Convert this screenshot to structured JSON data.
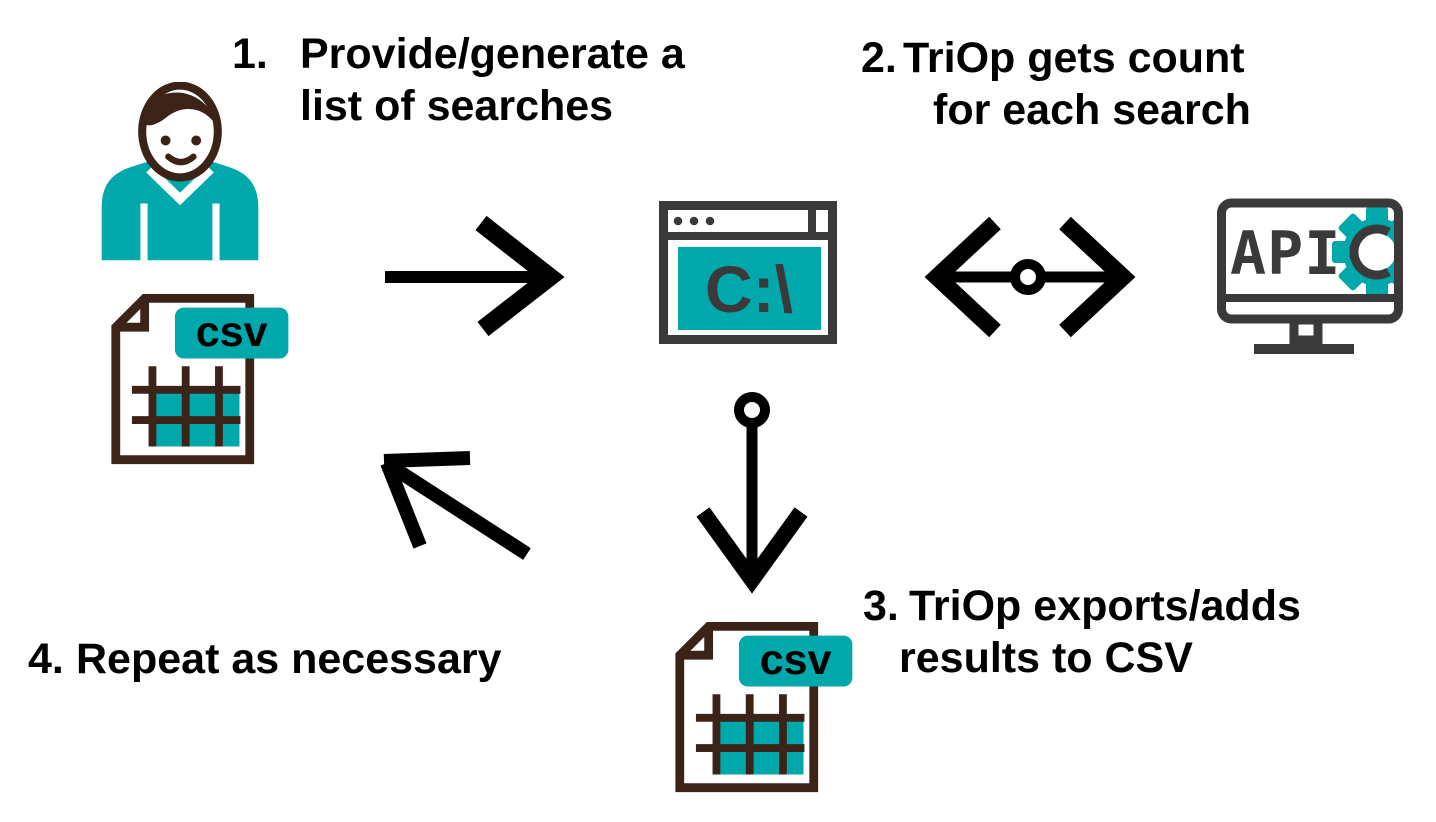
{
  "colors": {
    "teal": "#00A8AB",
    "brown": "#3B2318",
    "gray": "#3A3A3A",
    "black": "#000000"
  },
  "steps": [
    {
      "number": "1.",
      "line1": "Provide/generate a",
      "line2": "list of searches"
    },
    {
      "number": "2.",
      "line1": "TriOp gets count",
      "line2": "for each search"
    },
    {
      "number": "3.",
      "line1": "TriOp exports/adds",
      "line2": "results to CSV"
    },
    {
      "number": "4.",
      "line1": "Repeat as necessary"
    }
  ],
  "icons": {
    "terminal": {
      "label": "C:\\"
    },
    "api_monitor": {
      "label": "API"
    },
    "csv_input": {
      "label": "csv"
    },
    "csv_output": {
      "label": "csv"
    }
  }
}
